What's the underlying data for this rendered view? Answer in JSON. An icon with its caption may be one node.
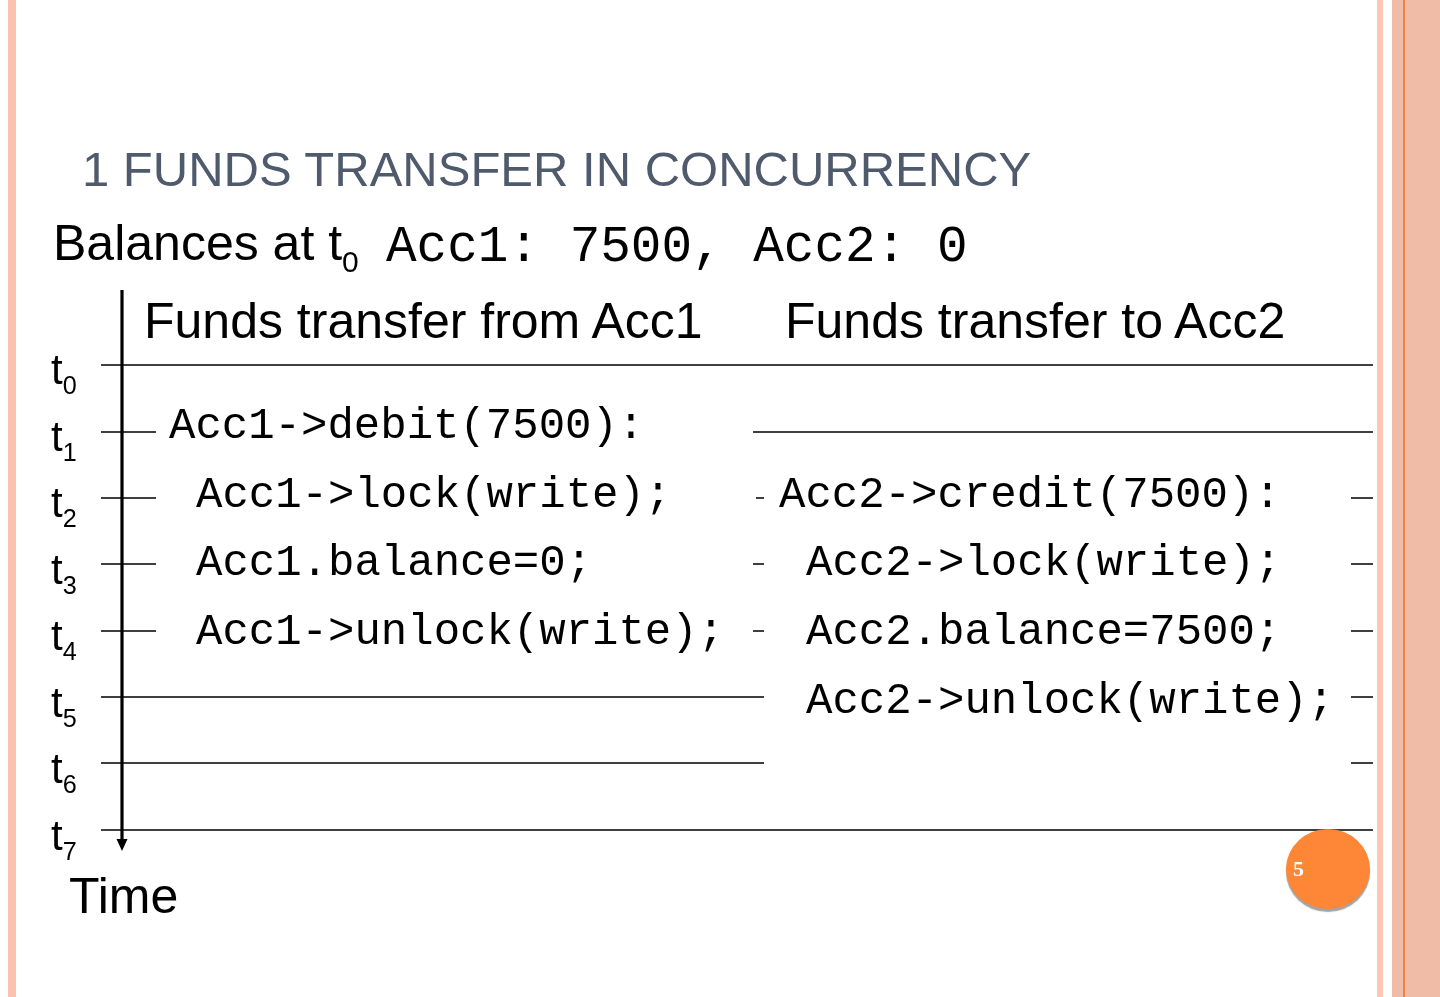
{
  "diagram": {
    "title": "1 FUNDS TRANSFER IN CONCURRENCY",
    "nodes": [
      {
        "text": [
          "5"
        ]
      }
    ],
    "labels": [
      "Balances at t$_{0}$",
      "Acc1: 7500, Acc2: 0",
      "Funds transfer from Acc1",
      "Funds transfer to Acc2",
      "t$_{0}$",
      "t$_{1}$",
      "Acc1->debit(7500):",
      "t$_{2}$",
      "Acc1->lock(write);",
      "Acc2->credit(7500):",
      "t$_{3}$",
      "Acc1.balance=0;",
      "Acc2->lock(write);",
      "t$_{4}$",
      "Acc1->unlock(write);",
      "Acc2.balance=7500;",
      "t$_{5}$",
      "Acc2->unlock(write);",
      "t$_{6}$",
      "t$_{7}$",
      "Time"
    ]
  }
}
